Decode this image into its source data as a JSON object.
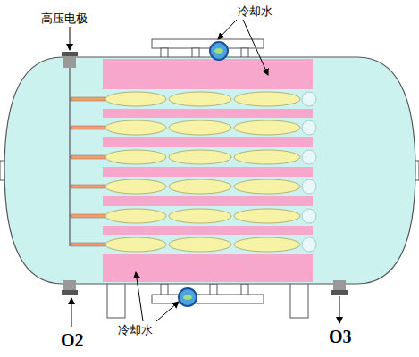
{
  "diagram": {
    "labels": [
      "高压电极",
      "冷却水",
      "冷却水",
      "O2",
      "O3"
    ]
  }
}
